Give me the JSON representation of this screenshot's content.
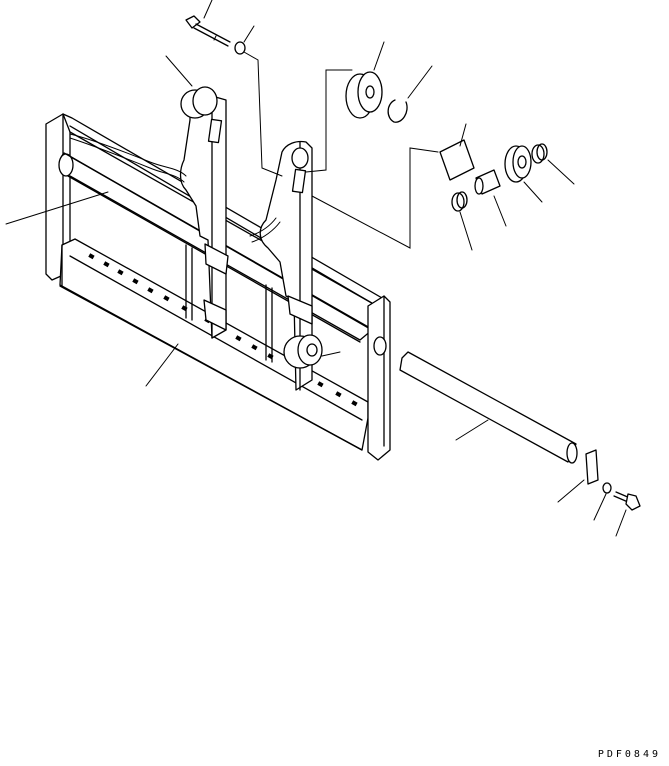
{
  "drawing": {
    "code": "PDF0849",
    "stroke_color": "#000000",
    "background_color": "#ffffff"
  },
  "parts": [
    {
      "name": "bolt-top"
    },
    {
      "name": "washer-top"
    },
    {
      "name": "cam-follower-roller-top"
    },
    {
      "name": "snap-ring"
    },
    {
      "name": "plate"
    },
    {
      "name": "bearing"
    },
    {
      "name": "bushing-right"
    },
    {
      "name": "pin"
    },
    {
      "name": "bushing-left"
    },
    {
      "name": "frame-assembly"
    },
    {
      "name": "cross-shaft"
    },
    {
      "name": "keeper-plate"
    },
    {
      "name": "lock-washer"
    },
    {
      "name": "bolt-bottom"
    }
  ]
}
